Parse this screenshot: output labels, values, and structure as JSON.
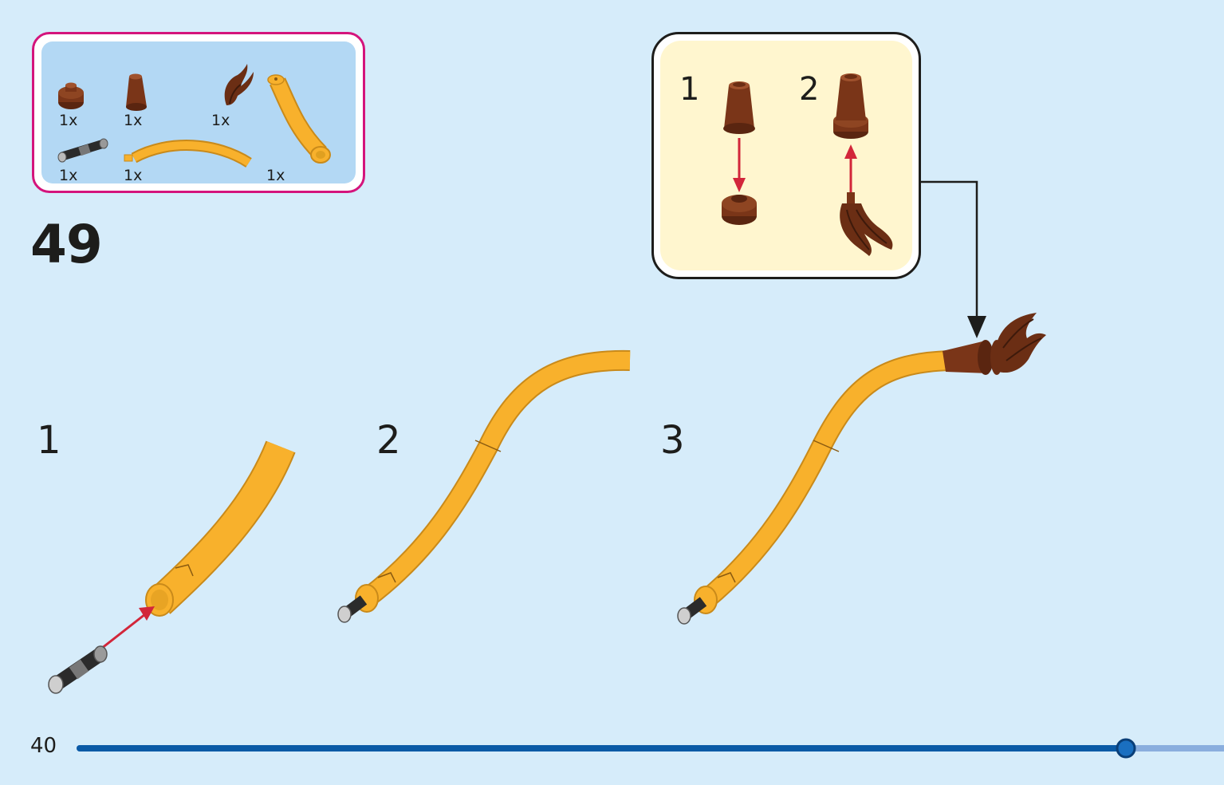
{
  "step": {
    "number": "49"
  },
  "parts_list": {
    "items": [
      {
        "name": "round-plate-brown",
        "quantity": "1x",
        "color": "#6b2e14"
      },
      {
        "name": "cone-brown",
        "quantity": "1x",
        "color": "#6b2e14"
      },
      {
        "name": "tail-feather-brown",
        "quantity": "1x",
        "color": "#6b2e14"
      },
      {
        "name": "technic-pin-gray",
        "quantity": "1x",
        "color": "#4a4a4a"
      },
      {
        "name": "flex-tube-long-orange",
        "quantity": "1x",
        "color": "#f8b12c"
      },
      {
        "name": "curved-tube-orange",
        "quantity": "1x",
        "color": "#f8b12c"
      }
    ]
  },
  "sub_steps": [
    {
      "label": "1"
    },
    {
      "label": "2"
    },
    {
      "label": "3"
    }
  ],
  "callout": {
    "steps": [
      {
        "label": "1"
      },
      {
        "label": "2"
      }
    ]
  },
  "page": {
    "number": "40",
    "progress": 0.9,
    "colors": {
      "bar": "#0a5aa6",
      "bar_remaining": "#8aaede",
      "accent": "#d4147c",
      "arrow": "#d2263a"
    }
  }
}
